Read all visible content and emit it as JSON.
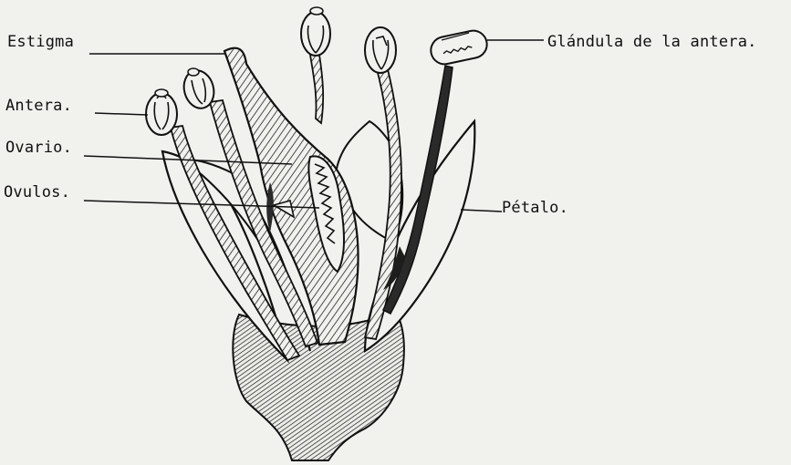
{
  "labels": {
    "estigma": "Estigma",
    "antera": "Antera.",
    "ovario": "Ovario.",
    "ovulos": "Ovulos.",
    "glandula": "Glándula de la antera.",
    "petalo": "Pétalo."
  },
  "colors": {
    "ink": "#111111",
    "paper": "#f1f1ee",
    "shade": "#2a2a2a"
  }
}
